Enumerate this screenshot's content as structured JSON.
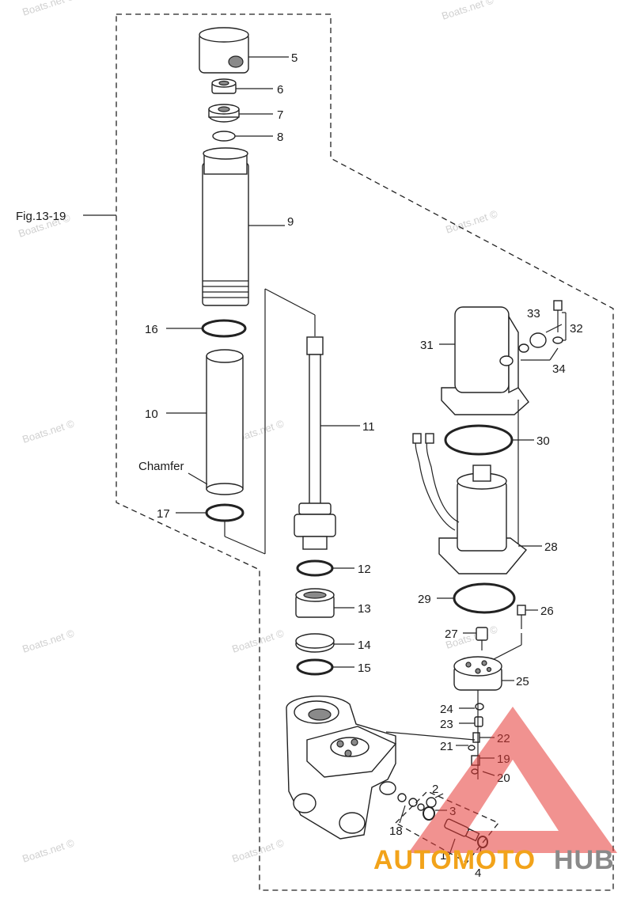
{
  "figure_ref": "Fig.13-19",
  "chamfer_label": "Chamfer",
  "watermark": "Boats.net ©",
  "logo": {
    "part1": "AUTOMOTO",
    "part2": "HUB",
    "accent": "#f2a31a",
    "secondary": "#8a8a8a",
    "triangle": "#e53935"
  },
  "callouts": [
    {
      "id": "5",
      "text": "5"
    },
    {
      "id": "6",
      "text": "6"
    },
    {
      "id": "7",
      "text": "7"
    },
    {
      "id": "8",
      "text": "8"
    },
    {
      "id": "9",
      "text": "9"
    },
    {
      "id": "16",
      "text": "16"
    },
    {
      "id": "10",
      "text": "10"
    },
    {
      "id": "17",
      "text": "17"
    },
    {
      "id": "11",
      "text": "11"
    },
    {
      "id": "12",
      "text": "12"
    },
    {
      "id": "13",
      "text": "13"
    },
    {
      "id": "14",
      "text": "14"
    },
    {
      "id": "15",
      "text": "15"
    },
    {
      "id": "31",
      "text": "31"
    },
    {
      "id": "33",
      "text": "33"
    },
    {
      "id": "32",
      "text": "32"
    },
    {
      "id": "34",
      "text": "34"
    },
    {
      "id": "30",
      "text": "30"
    },
    {
      "id": "28",
      "text": "28"
    },
    {
      "id": "29",
      "text": "29"
    },
    {
      "id": "26",
      "text": "26"
    },
    {
      "id": "27",
      "text": "27"
    },
    {
      "id": "25",
      "text": "25"
    },
    {
      "id": "24",
      "text": "24"
    },
    {
      "id": "23",
      "text": "23"
    },
    {
      "id": "22",
      "text": "22"
    },
    {
      "id": "21",
      "text": "21"
    },
    {
      "id": "19",
      "text": "19"
    },
    {
      "id": "20",
      "text": "20"
    },
    {
      "id": "2",
      "text": "2"
    },
    {
      "id": "3",
      "text": "3"
    },
    {
      "id": "18",
      "text": "18"
    },
    {
      "id": "1",
      "text": "1"
    },
    {
      "id": "4",
      "text": "4"
    }
  ]
}
